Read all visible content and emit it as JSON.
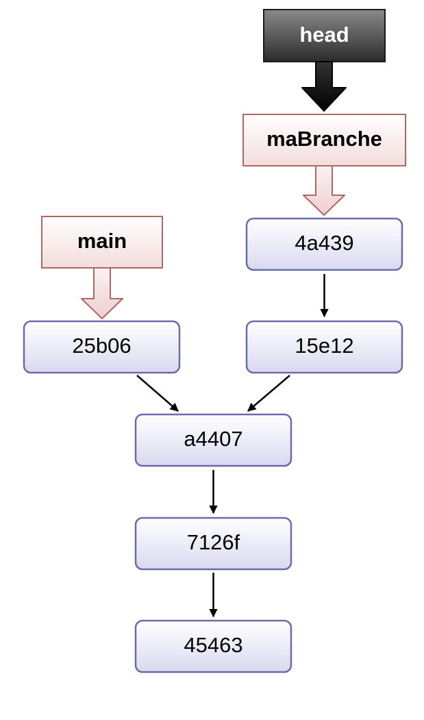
{
  "head": {
    "label": "head"
  },
  "branches": [
    {
      "id": "main",
      "label": "main"
    },
    {
      "id": "mabranche",
      "label": "maBranche"
    }
  ],
  "commits": [
    {
      "id": "c-4a439",
      "label": "4a439"
    },
    {
      "id": "c-15e12",
      "label": "15e12"
    },
    {
      "id": "c-25b06",
      "label": "25b06"
    },
    {
      "id": "c-a4407",
      "label": "a4407"
    },
    {
      "id": "c-7126f",
      "label": "7126f"
    },
    {
      "id": "c-45463",
      "label": "45463"
    }
  ],
  "colors": {
    "commit_stroke": "#6b6ba8",
    "commit_fill_top": "#ffffff",
    "commit_fill_bottom": "#d9d9f0",
    "branch_stroke": "#b26565",
    "branch_fill_top": "#ffffff",
    "branch_fill_bottom": "#f3dcdc",
    "head_fill_top": "#8a8a8a",
    "head_fill_bottom": "#2b2b2b",
    "edge": "#000000"
  }
}
